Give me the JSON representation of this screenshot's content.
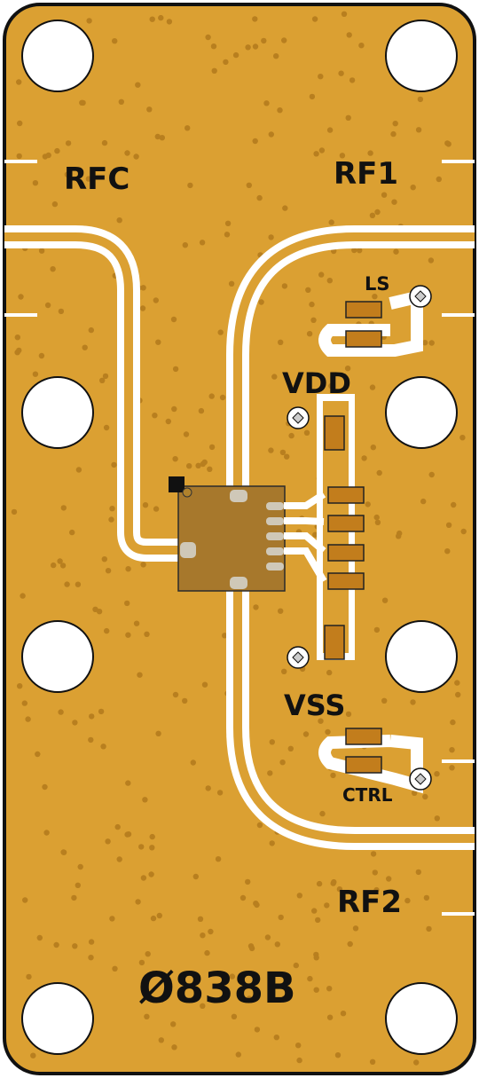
{
  "board": {
    "part_number": "Ø838B",
    "colors": {
      "background": "#ffffff",
      "copper": "#dba032",
      "trace_outline": "#ffffff",
      "via": "#b87f1f",
      "mount_hole": "#ffffff",
      "silkscreen": "#111111",
      "chip_body": "#a7782c",
      "chip_outline": "#2b2b2b",
      "chip_pad": "#cfc8b8",
      "smd_pad": "#c27d1c",
      "pin1_marker": "#111111"
    }
  },
  "labels": {
    "rfc": "RFC",
    "rf1": "RF1",
    "rf2": "RF2",
    "vdd": "VDD",
    "vss": "VSS",
    "ls": "LS",
    "ctrl": "CTRL"
  },
  "icons": {
    "mount_hole": "mount-hole-icon",
    "test_point": "test-point-crosshair-icon",
    "pin1": "pin1-square-marker-icon"
  }
}
